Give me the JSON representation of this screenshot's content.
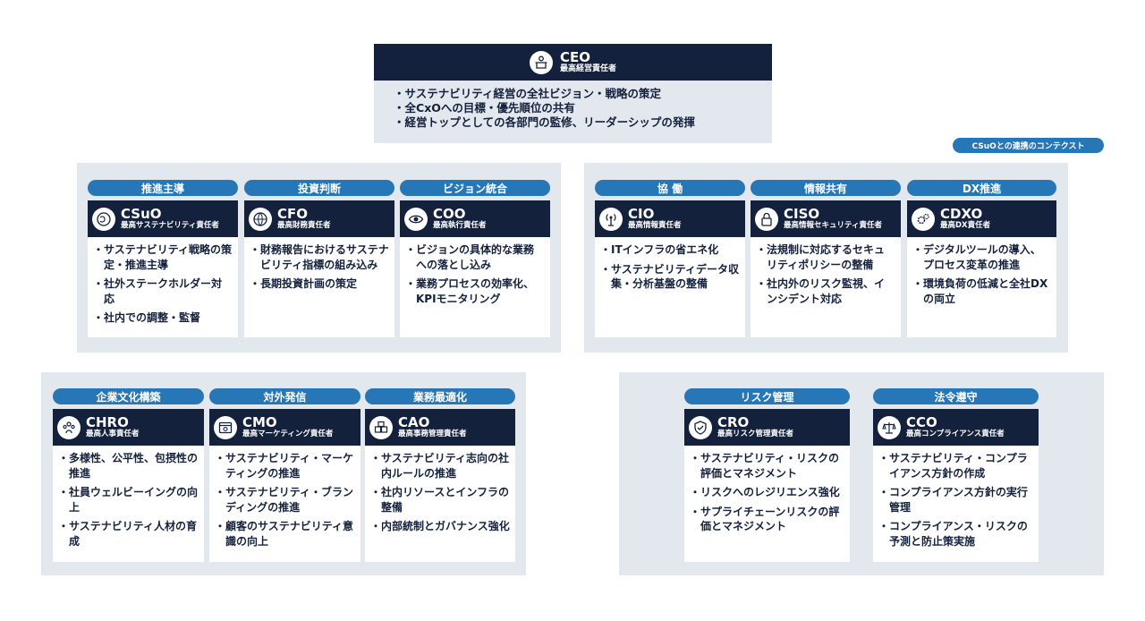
{
  "ceo": {
    "title": "CEO",
    "subtitle": "最高経営責任者",
    "icon": "podium-speaker-icon",
    "items": [
      "サステナビリティ経営の全社ビジョン・戦略の策定",
      "全CxOへの目標・優先順位の共有",
      "経営トップとしての各部門の監修、リーダーシップの発揮"
    ]
  },
  "context_label": "CSuOとの連携のコンテクスト",
  "colors": {
    "navy": "#14213d",
    "blue": "#2776b5",
    "panel": "#e3e7ee"
  },
  "roles": [
    {
      "tag": "推進主導",
      "title": "CSuO",
      "subtitle": "最高サステナビリティ責任者",
      "icon": "globe-leaf-icon",
      "items": [
        "サステナビリティ戦略の策定・推進主導",
        "社外ステークホルダー対応",
        "社内での調整・監督"
      ]
    },
    {
      "tag": "投資判断",
      "title": "CFO",
      "subtitle": "最高財務責任者",
      "icon": "globe-dollar-icon",
      "items": [
        "財務報告におけるサステナビリティ指標の組み込み",
        "長期投資計画の策定"
      ]
    },
    {
      "tag": "ビジョン統合",
      "title": "COO",
      "subtitle": "最高執行責任者",
      "icon": "eye-icon",
      "items": [
        "ビジョンの具体的な業務への落とし込み",
        "業務プロセスの効率化、KPIモニタリング"
      ]
    },
    {
      "tag": "協 働",
      "title": "CIO",
      "subtitle": "最高情報責任者",
      "icon": "antenna-icon",
      "items": [
        "ITインフラの省エネ化",
        "サステナビリティデータ収集・分析基盤の整備"
      ]
    },
    {
      "tag": "情報共有",
      "title": "CISO",
      "subtitle": "最高情報セキュリティ責任者",
      "icon": "lock-icon",
      "items": [
        "法規制に対応するセキュリティポリシーの整備",
        "社内外のリスク監視、インシデント対応"
      ]
    },
    {
      "tag": "DX推進",
      "title": "CDXO",
      "subtitle": "最高DX責任者",
      "icon": "gears-icon",
      "items": [
        "デジタルツールの導入、プロセス変革の推進",
        "環境負荷の低減と全社DXの両立"
      ]
    },
    {
      "tag": "企業文化構築",
      "title": "CHRO",
      "subtitle": "最高人事責任者",
      "icon": "people-icon",
      "items": [
        "多様性、公平性、包摂性の推進",
        "社員ウェルビーイングの向上",
        "サステナビリティ人材の育成"
      ]
    },
    {
      "tag": "対外発信",
      "title": "CMO",
      "subtitle": "最高マーケティング責任者",
      "icon": "browser-icon",
      "items": [
        "サステナビリティ・マーケティングの推進",
        "サステナビリティ・ブランディングの推進",
        "顧客のサステナビリティ意識の向上"
      ]
    },
    {
      "tag": "業務最適化",
      "title": "CAO",
      "subtitle": "最高事務管理責任者",
      "icon": "boxes-icon",
      "items": [
        "サステナビリティ志向の社内ルールの推進",
        "社内リソースとインフラの整備",
        "内部統制とガバナンス強化"
      ]
    },
    {
      "tag": "リスク管理",
      "title": "CRO",
      "subtitle": "最高リスク管理責任者",
      "icon": "shield-check-icon",
      "items": [
        "サステナビリティ・リスクの評価とマネジメント",
        "リスクへのレジリエンス強化",
        "サプライチェーンリスクの評価とマネジメント"
      ]
    },
    {
      "tag": "法令遵守",
      "title": "CCO",
      "subtitle": "最高コンプライアンス責任者",
      "icon": "scales-icon",
      "items": [
        "サステナビリティ・コンプライアンス方針の作成",
        "コンプライアンス方針の実行管理",
        "コンプライアンス・リスクの予測と防止策実施"
      ]
    }
  ]
}
